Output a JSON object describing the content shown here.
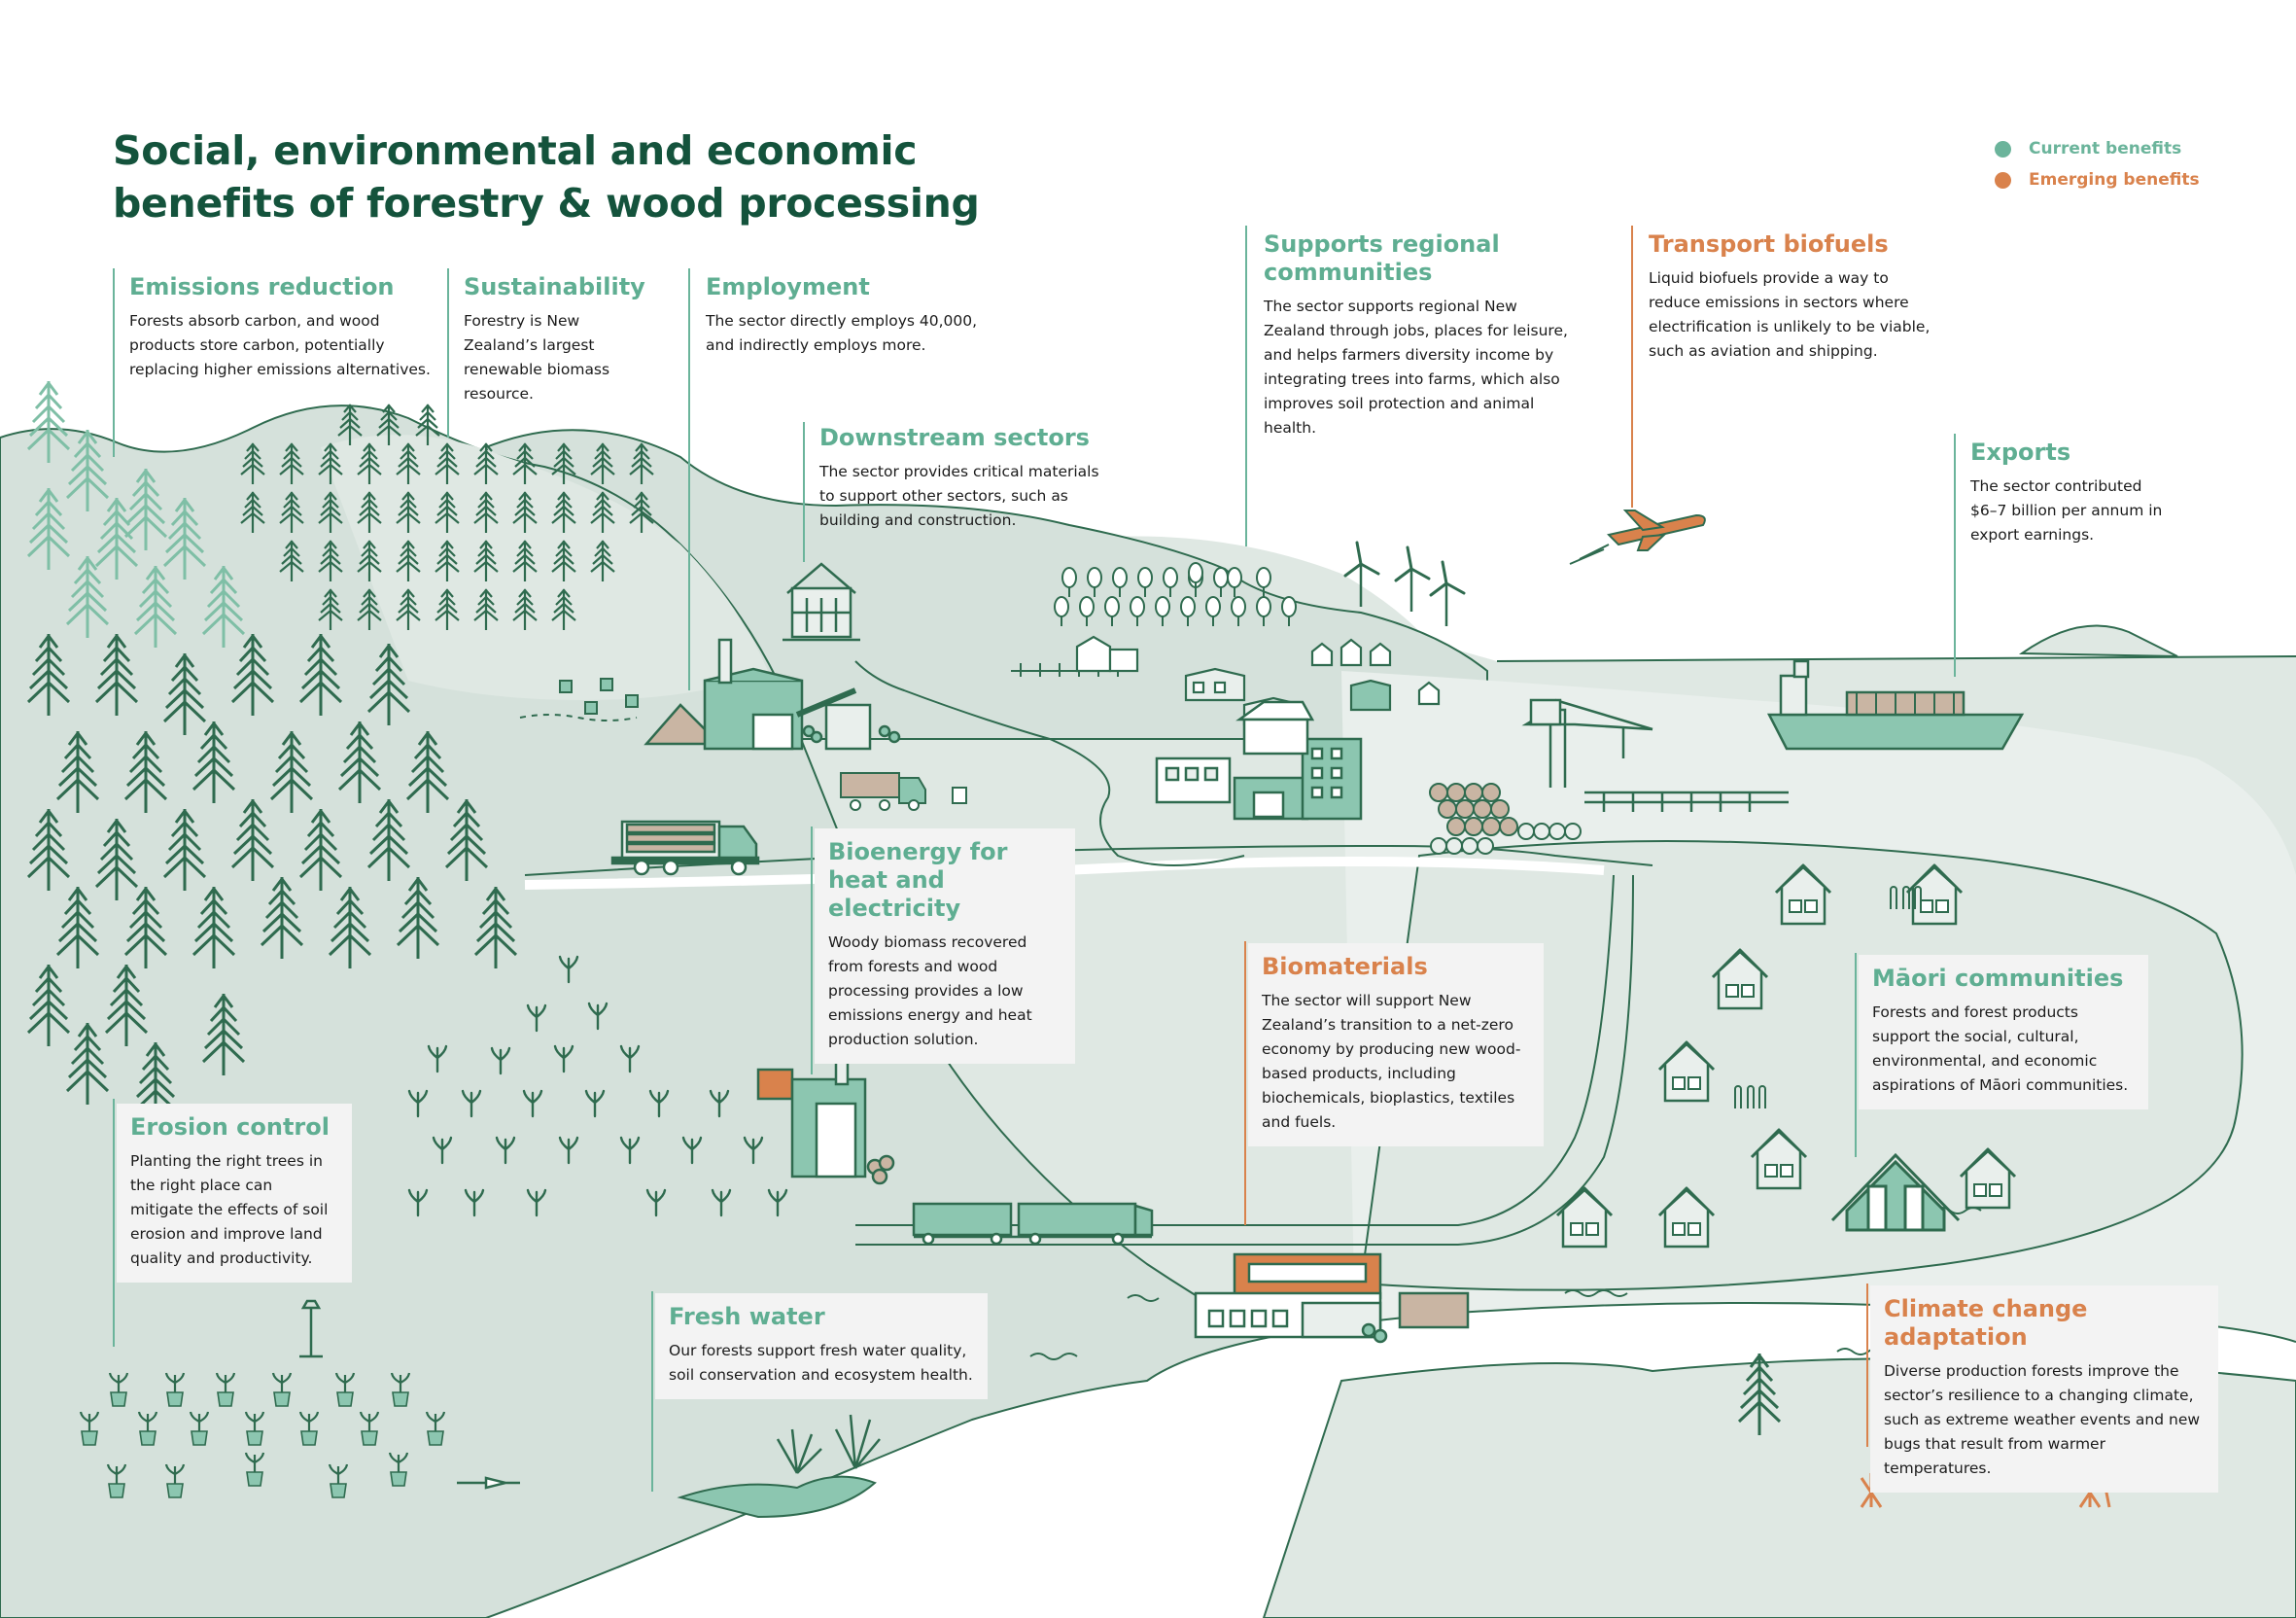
{
  "title": "Social, environmental and economic benefits of forestry & wood processing",
  "legend": {
    "current": {
      "label": "Current benefits",
      "color": "#6bb49b"
    },
    "emerging": {
      "label": "Emerging benefits",
      "color": "#d9824c"
    }
  },
  "colors": {
    "dark_green": "#14533c",
    "tree_dark": "#2f6b4f",
    "tree_light": "#7fbfa6",
    "hill": "#d5e1db",
    "hill_far": "#dfe8e3",
    "water": "#e9efec",
    "orange": "#d9824c"
  },
  "callouts": {
    "emissions": {
      "title": "Emissions reduction",
      "text": "Forests absorb carbon, and wood products store carbon, potentially replacing higher emissions alternatives."
    },
    "sustainability": {
      "title": "Sustainability",
      "text": "Forestry is New Zealand’s largest renewable biomass resource."
    },
    "employment": {
      "title": "Employment",
      "text": "The sector directly employs 40,000, and indirectly employs more."
    },
    "regional": {
      "title": "Supports regional communities",
      "text": "The sector supports regional New Zealand through jobs, places for leisure, and helps farmers diversity income by integrating trees into farms, which also improves soil protection and animal health."
    },
    "biofuels": {
      "title": "Transport biofuels",
      "text": "Liquid biofuels provide a way to reduce emissions in sectors where electrification is unlikely to be viable, such as aviation and shipping."
    },
    "downstream": {
      "title": "Downstream sectors",
      "text": "The sector provides critical materials to support other sectors, such as building and construction."
    },
    "exports": {
      "title": "Exports",
      "text": "The sector contributed $6–7 billion per annum in export earnings."
    },
    "bioenergy": {
      "title": "Bioenergy for heat and electricity",
      "text": "Woody biomass recovered from forests and wood processing provides a low emissions energy and heat production solution."
    },
    "biomaterials": {
      "title": "Biomaterials",
      "text": "The sector will support New Zealand’s transition to a net-zero economy by producing new wood-based products, including biochemicals, bioplastics, textiles and fuels."
    },
    "maori": {
      "title": "Māori communities",
      "text": "Forests and forest products support the social, cultural, environmental, and economic aspirations of Māori communities."
    },
    "erosion": {
      "title": "Erosion control",
      "text": "Planting the right trees in the right place can mitigate the effects of soil erosion and improve land quality and productivity."
    },
    "freshwater": {
      "title": "Fresh water",
      "text": "Our forests support fresh water quality, soil conservation and ecosystem health."
    },
    "climate": {
      "title": "Climate change adaptation",
      "text": "Diverse production forests improve the sector’s resilience to a changing climate, such as extreme weather events and new bugs that result from warmer temperatures."
    }
  },
  "icons": [
    "conifer-tree-icon",
    "seedling-icon",
    "wind-turbine-icon",
    "airplane-icon",
    "cargo-ship-icon",
    "crane-icon",
    "log-truck-icon",
    "train-icon",
    "house-icon",
    "marae-icon",
    "factory-icon",
    "log-pile-icon",
    "fern-icon"
  ]
}
